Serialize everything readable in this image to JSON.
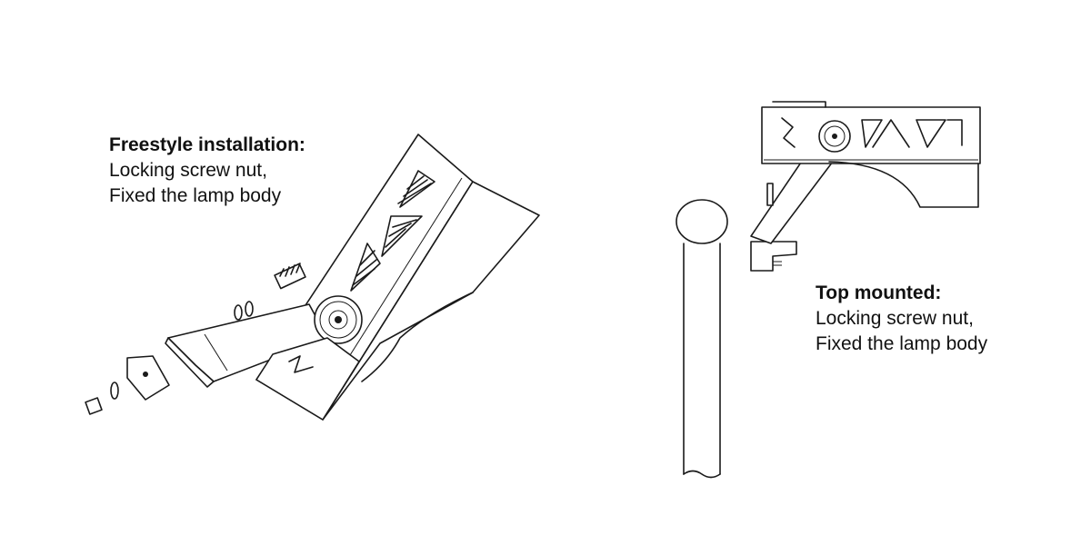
{
  "captions": {
    "freestyle": {
      "heading": "Freestyle installation:",
      "line1": "Locking screw nut,",
      "line2": "Fixed the lamp body"
    },
    "top_mounted": {
      "heading": "Top mounted:",
      "line1": "Locking screw nut,",
      "line2": "Fixed the lamp body"
    }
  }
}
